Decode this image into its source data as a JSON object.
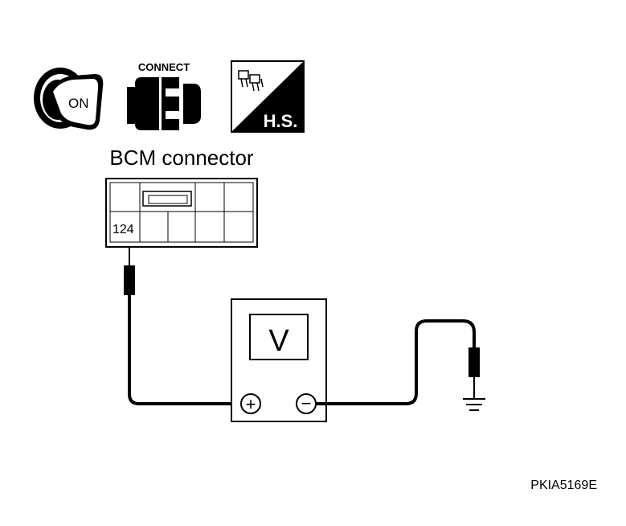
{
  "icons": {
    "ignition": {
      "name": "ignition-key-icon",
      "text": "ON"
    },
    "connect": {
      "name": "connector-connect-icon",
      "text": "CONNECT"
    },
    "harness": {
      "name": "harness-connector-icon",
      "text": "H.S."
    }
  },
  "connector": {
    "title": "BCM connector",
    "terminal": "124"
  },
  "meter": {
    "display": "V",
    "positive_symbol": "+",
    "negative_symbol": "−"
  },
  "ground_symbol": "ground-icon",
  "figure_id": "PKIA5169E"
}
